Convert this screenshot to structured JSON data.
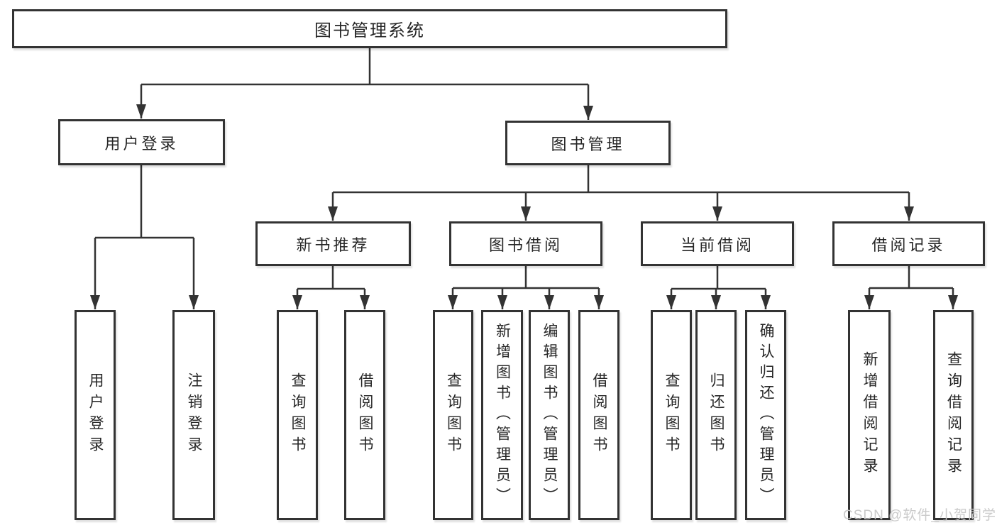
{
  "diagram": {
    "root": {
      "id": "library-management-system",
      "label": "图书管理系统"
    },
    "level2": [
      {
        "id": "user-login",
        "label": "用户登录",
        "parent": "library-management-system"
      },
      {
        "id": "book-management",
        "label": "图书管理",
        "parent": "library-management-system"
      }
    ],
    "level3": [
      {
        "id": "new-book-recommend",
        "label": "新书推荐",
        "parent": "book-management"
      },
      {
        "id": "book-borrowing",
        "label": "图书借阅",
        "parent": "book-management"
      },
      {
        "id": "current-borrowing",
        "label": "当前借阅",
        "parent": "book-management"
      },
      {
        "id": "borrowing-records",
        "label": "借阅记录",
        "parent": "book-management"
      }
    ],
    "leaves": [
      {
        "id": "user-login-action",
        "label": "用户登录",
        "parent": "user-login"
      },
      {
        "id": "logout-action",
        "label": "注销登录",
        "parent": "user-login"
      },
      {
        "id": "query-books-1",
        "label": "查询图书",
        "parent": "new-book-recommend"
      },
      {
        "id": "borrow-books-1",
        "label": "借阅图书",
        "parent": "new-book-recommend"
      },
      {
        "id": "query-books-2",
        "label": "查询图书",
        "parent": "book-borrowing"
      },
      {
        "id": "add-books-admin",
        "label": "新增图书（管理员）",
        "parent": "book-borrowing"
      },
      {
        "id": "edit-books-admin",
        "label": "编辑图书（管理员）",
        "parent": "book-borrowing"
      },
      {
        "id": "borrow-books-2",
        "label": "借阅图书",
        "parent": "book-borrowing"
      },
      {
        "id": "query-books-3",
        "label": "查询图书",
        "parent": "current-borrowing"
      },
      {
        "id": "return-books",
        "label": "归还图书",
        "parent": "current-borrowing"
      },
      {
        "id": "confirm-return-admin",
        "label": "确认归还（管理员）",
        "parent": "current-borrowing"
      },
      {
        "id": "add-borrow-record",
        "label": "新增借阅记录",
        "parent": "borrowing-records"
      },
      {
        "id": "query-borrow-record",
        "label": "查询借阅记录",
        "parent": "borrowing-records"
      }
    ]
  },
  "watermark": {
    "text": "CSDN @软件_小贺同学"
  },
  "colors": {
    "line": "#333333",
    "text": "#262626",
    "background": "#ffffff",
    "watermark": "#c8c8c8"
  }
}
